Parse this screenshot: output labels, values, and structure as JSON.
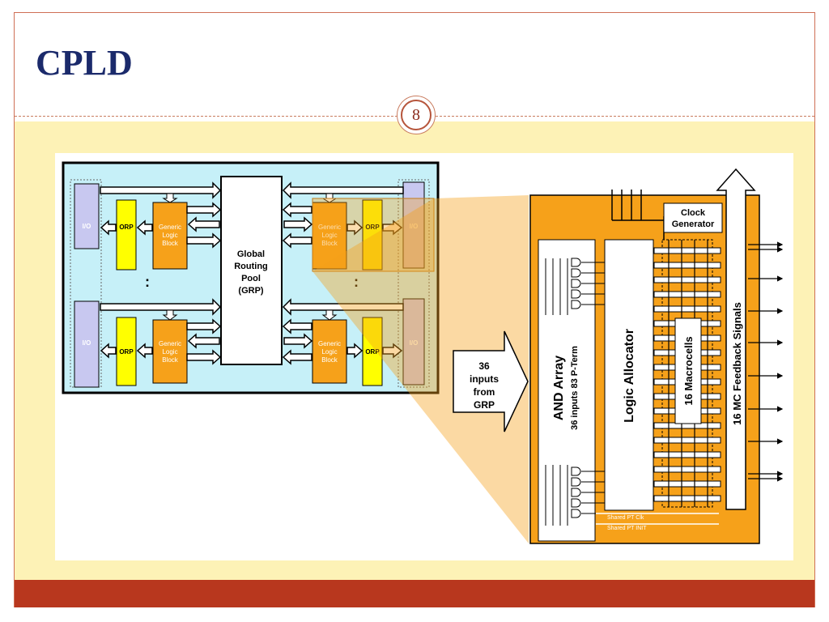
{
  "slide": {
    "title": "CPLD",
    "page_number": "8",
    "colors": {
      "title": "#1b2a6b",
      "accent_bar": "#b8371e",
      "background_band": "#fdf2b6",
      "cpld_panel": "#c6f0f8",
      "macrocell_panel": "#f6a11a"
    }
  },
  "cpld_block": {
    "io_label": "I/O",
    "orp_label": "ORP",
    "glb_label": [
      "Generic",
      "Logic",
      "Block"
    ],
    "grp_label": [
      "Global",
      "Routing",
      "Pool",
      "(GRP)"
    ],
    "ellipsis": ":"
  },
  "detail_block": {
    "inputs_label": [
      "36",
      "inputs",
      "from",
      "GRP"
    ],
    "and_array_title": "AND Array",
    "and_array_sub": "36 inputs 83 P-Term",
    "logic_allocator": "Logic Allocator",
    "macrocells": "16 Macrocells",
    "feedback": "16 MC Feedback Signals",
    "clock_generator": [
      "Clock",
      "Generator"
    ],
    "shared_pt_clk": "Shared PT Clk",
    "shared_pt_init": "Shared PT INIT"
  }
}
